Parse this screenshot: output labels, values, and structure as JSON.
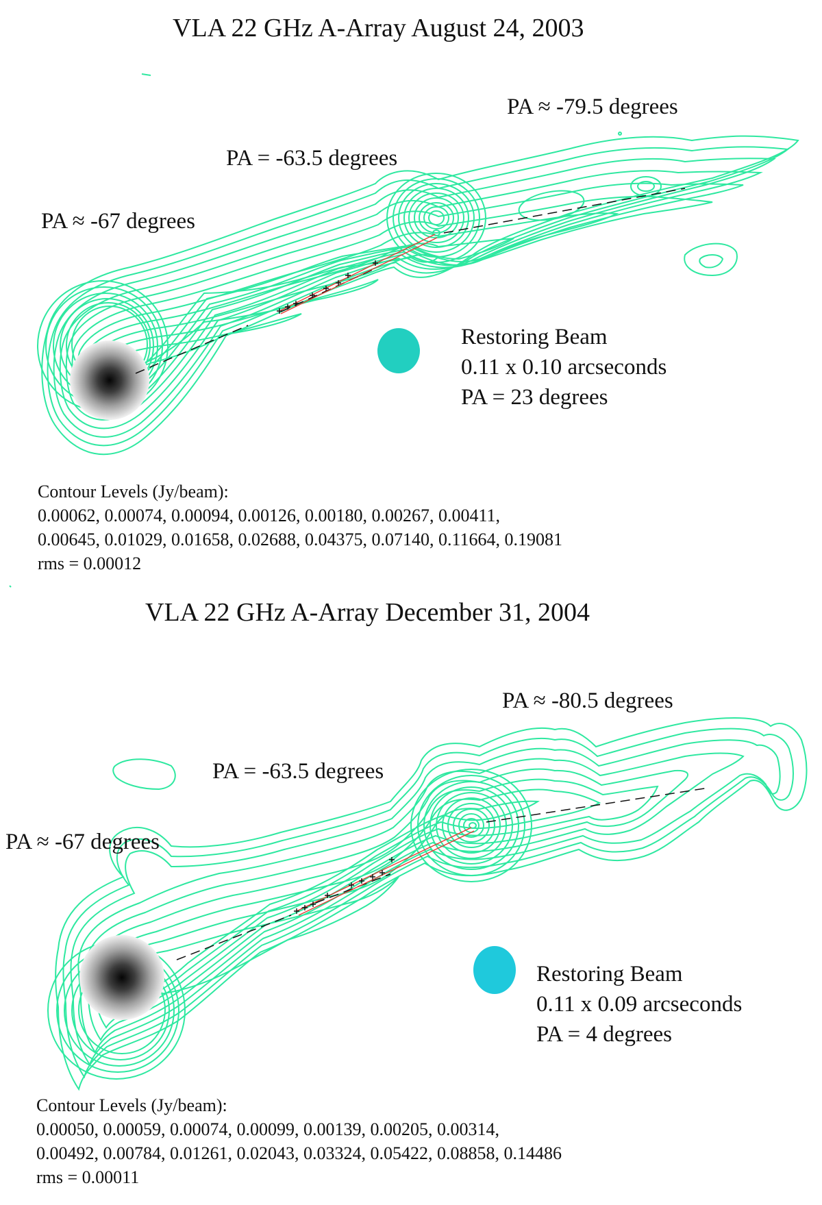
{
  "panels": [
    {
      "title": "VLA 22 GHz A-Array August 24, 2003",
      "pa_outer": "PA ≈ -79.5 degrees",
      "pa_middle": "PA = -63.5 degrees",
      "pa_inner": "PA ≈ -67 degrees",
      "beam": {
        "title": "Restoring Beam",
        "size": "0.11 x 0.10 arcseconds",
        "pa": "PA = 23 degrees"
      },
      "contours": {
        "heading": "Contour Levels (Jy/beam):",
        "line1": "0.00062, 0.00074, 0.00094, 0.00126, 0.00180, 0.00267, 0.00411,",
        "line2": "0.00645, 0.01029, 0.01658, 0.02688, 0.04375, 0.07140, 0.11664, 0.19081",
        "rms": "rms = 0.00012"
      }
    },
    {
      "title": "VLA 22 GHz A-Array December 31, 2004",
      "pa_outer": "PA ≈ -80.5 degrees",
      "pa_middle": "PA = -63.5 degrees",
      "pa_inner": "PA ≈ -67 degrees",
      "beam": {
        "title": "Restoring Beam",
        "size": "0.11 x 0.09 arcseconds",
        "pa": "PA = 4 degrees"
      },
      "contours": {
        "heading": "Contour Levels (Jy/beam):",
        "line1": "0.00050, 0.00059, 0.00074, 0.00099, 0.00139, 0.00205, 0.00314,",
        "line2": "0.00492, 0.00784, 0.01261, 0.02043, 0.03324, 0.05422, 0.08858, 0.14486",
        "rms": "rms = 0.00011"
      }
    }
  ],
  "colors": {
    "contour": "#2ee8a0",
    "beam_top": "#22cfc0",
    "beam_bottom": "#1fc9dc",
    "fit_line": "#e8352e",
    "axis_line": "#111111"
  }
}
